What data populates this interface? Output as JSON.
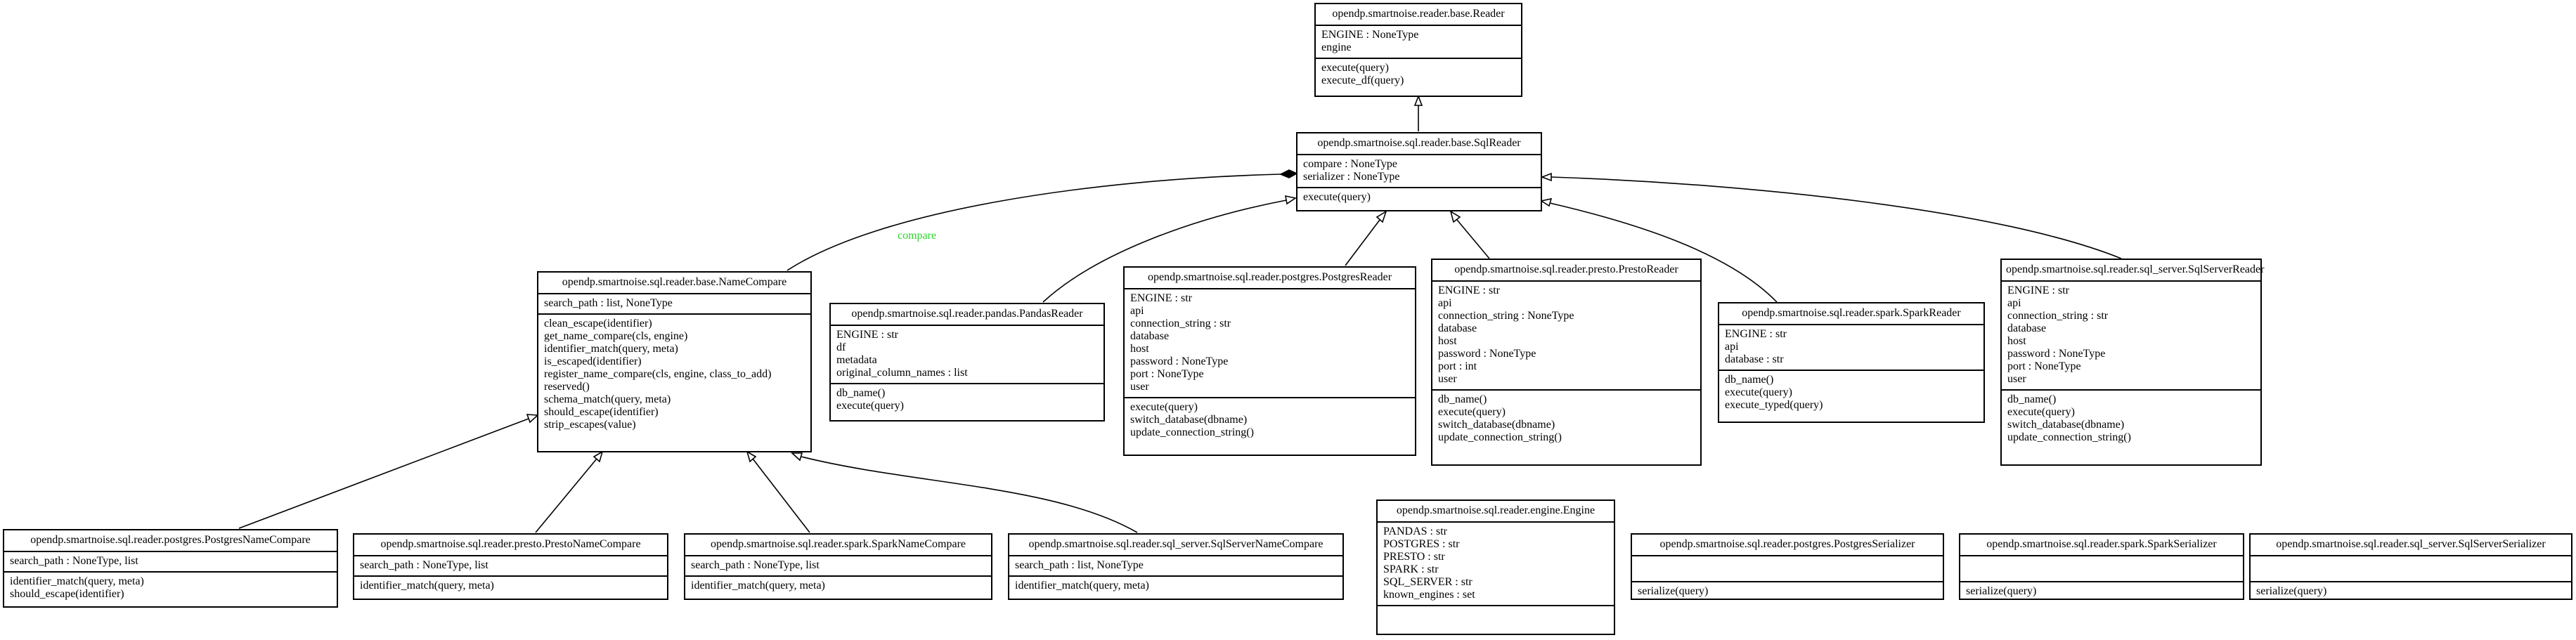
{
  "classes": {
    "reader": {
      "title": "opendp.smartnoise.reader.base.Reader",
      "attributes": [
        "ENGINE : NoneType",
        "engine"
      ],
      "operations": [
        "execute(query)",
        "execute_df(query)"
      ]
    },
    "sqlreader": {
      "title": "opendp.smartnoise.sql.reader.base.SqlReader",
      "attributes": [
        "compare : NoneType",
        "serializer : NoneType"
      ],
      "operations": [
        "execute(query)"
      ]
    },
    "namecompare": {
      "title": "opendp.smartnoise.sql.reader.base.NameCompare",
      "attributes": [
        "search_path : list, NoneType"
      ],
      "operations": [
        "clean_escape(identifier)",
        "get_name_compare(cls, engine)",
        "identifier_match(query, meta)",
        "is_escaped(identifier)",
        "register_name_compare(cls, engine, class_to_add)",
        "reserved()",
        "schema_match(query, meta)",
        "should_escape(identifier)",
        "strip_escapes(value)"
      ]
    },
    "pandasreader": {
      "title": "opendp.smartnoise.sql.reader.pandas.PandasReader",
      "attributes": [
        "ENGINE : str",
        "df",
        "metadata",
        "original_column_names : list"
      ],
      "operations": [
        "db_name()",
        "execute(query)"
      ]
    },
    "postgresreader": {
      "title": "opendp.smartnoise.sql.reader.postgres.PostgresReader",
      "attributes": [
        "ENGINE : str",
        "api",
        "connection_string : str",
        "database",
        "host",
        "password : NoneType",
        "port : NoneType",
        "user"
      ],
      "operations": [
        "execute(query)",
        "switch_database(dbname)",
        "update_connection_string()"
      ]
    },
    "prestoreader": {
      "title": "opendp.smartnoise.sql.reader.presto.PrestoReader",
      "attributes": [
        "ENGINE : str",
        "api",
        "connection_string : NoneType",
        "database",
        "host",
        "password : NoneType",
        "port : int",
        "user"
      ],
      "operations": [
        "db_name()",
        "execute(query)",
        "switch_database(dbname)",
        "update_connection_string()"
      ]
    },
    "sparkreader": {
      "title": "opendp.smartnoise.sql.reader.spark.SparkReader",
      "attributes": [
        "ENGINE : str",
        "api",
        "database : str"
      ],
      "operations": [
        "db_name()",
        "execute(query)",
        "execute_typed(query)"
      ]
    },
    "sqlserverreader": {
      "title": "opendp.smartnoise.sql.reader.sql_server.SqlServerReader",
      "attributes": [
        "ENGINE : str",
        "api",
        "connection_string : str",
        "database",
        "host",
        "password : NoneType",
        "port : NoneType",
        "user"
      ],
      "operations": [
        "db_name()",
        "execute(query)",
        "switch_database(dbname)",
        "update_connection_string()"
      ]
    },
    "postgresnamecompare": {
      "title": "opendp.smartnoise.sql.reader.postgres.PostgresNameCompare",
      "attributes": [
        "search_path : NoneType, list"
      ],
      "operations": [
        "identifier_match(query, meta)",
        "should_escape(identifier)"
      ]
    },
    "prestonamecompare": {
      "title": "opendp.smartnoise.sql.reader.presto.PrestoNameCompare",
      "attributes": [
        "search_path : NoneType, list"
      ],
      "operations": [
        "identifier_match(query, meta)"
      ]
    },
    "sparknamecompare": {
      "title": "opendp.smartnoise.sql.reader.spark.SparkNameCompare",
      "attributes": [
        "search_path : NoneType, list"
      ],
      "operations": [
        "identifier_match(query, meta)"
      ]
    },
    "sqlservernamecompare": {
      "title": "opendp.smartnoise.sql.reader.sql_server.SqlServerNameCompare",
      "attributes": [
        "search_path : list, NoneType"
      ],
      "operations": [
        "identifier_match(query, meta)"
      ]
    },
    "engine": {
      "title": "opendp.smartnoise.sql.reader.engine.Engine",
      "attributes": [
        "PANDAS : str",
        "POSTGRES : str",
        "PRESTO : str",
        "SPARK : str",
        "SQL_SERVER : str",
        "known_engines : set"
      ],
      "operations": []
    },
    "postgresserializer": {
      "title": "opendp.smartnoise.sql.reader.postgres.PostgresSerializer",
      "attributes": [],
      "operations": [
        "serialize(query)"
      ]
    },
    "sparkserializer": {
      "title": "opendp.smartnoise.sql.reader.spark.SparkSerializer",
      "attributes": [],
      "operations": [
        "serialize(query)"
      ]
    },
    "sqlserverserializer": {
      "title": "opendp.smartnoise.sql.reader.sql_server.SqlServerSerializer",
      "attributes": [],
      "operations": [
        "serialize(query)"
      ]
    }
  },
  "edges": [
    {
      "from": "sqlreader",
      "to": "reader",
      "kind": "inherit"
    },
    {
      "from": "pandasreader",
      "to": "sqlreader",
      "kind": "inherit"
    },
    {
      "from": "postgresreader",
      "to": "sqlreader",
      "kind": "inherit"
    },
    {
      "from": "prestoreader",
      "to": "sqlreader",
      "kind": "inherit"
    },
    {
      "from": "sparkreader",
      "to": "sqlreader",
      "kind": "inherit"
    },
    {
      "from": "sqlserverreader",
      "to": "sqlreader",
      "kind": "inherit"
    },
    {
      "from": "namecompare",
      "to": "sqlreader",
      "kind": "composition",
      "label": "compare"
    },
    {
      "from": "postgresnamecompare",
      "to": "namecompare",
      "kind": "inherit"
    },
    {
      "from": "prestonamecompare",
      "to": "namecompare",
      "kind": "inherit"
    },
    {
      "from": "sparknamecompare",
      "to": "namecompare",
      "kind": "inherit"
    },
    {
      "from": "sqlservernamecompare",
      "to": "namecompare",
      "kind": "inherit"
    }
  ],
  "colors": {
    "line": "#000000",
    "label": "#2ad62a",
    "background": "#ffffff"
  }
}
